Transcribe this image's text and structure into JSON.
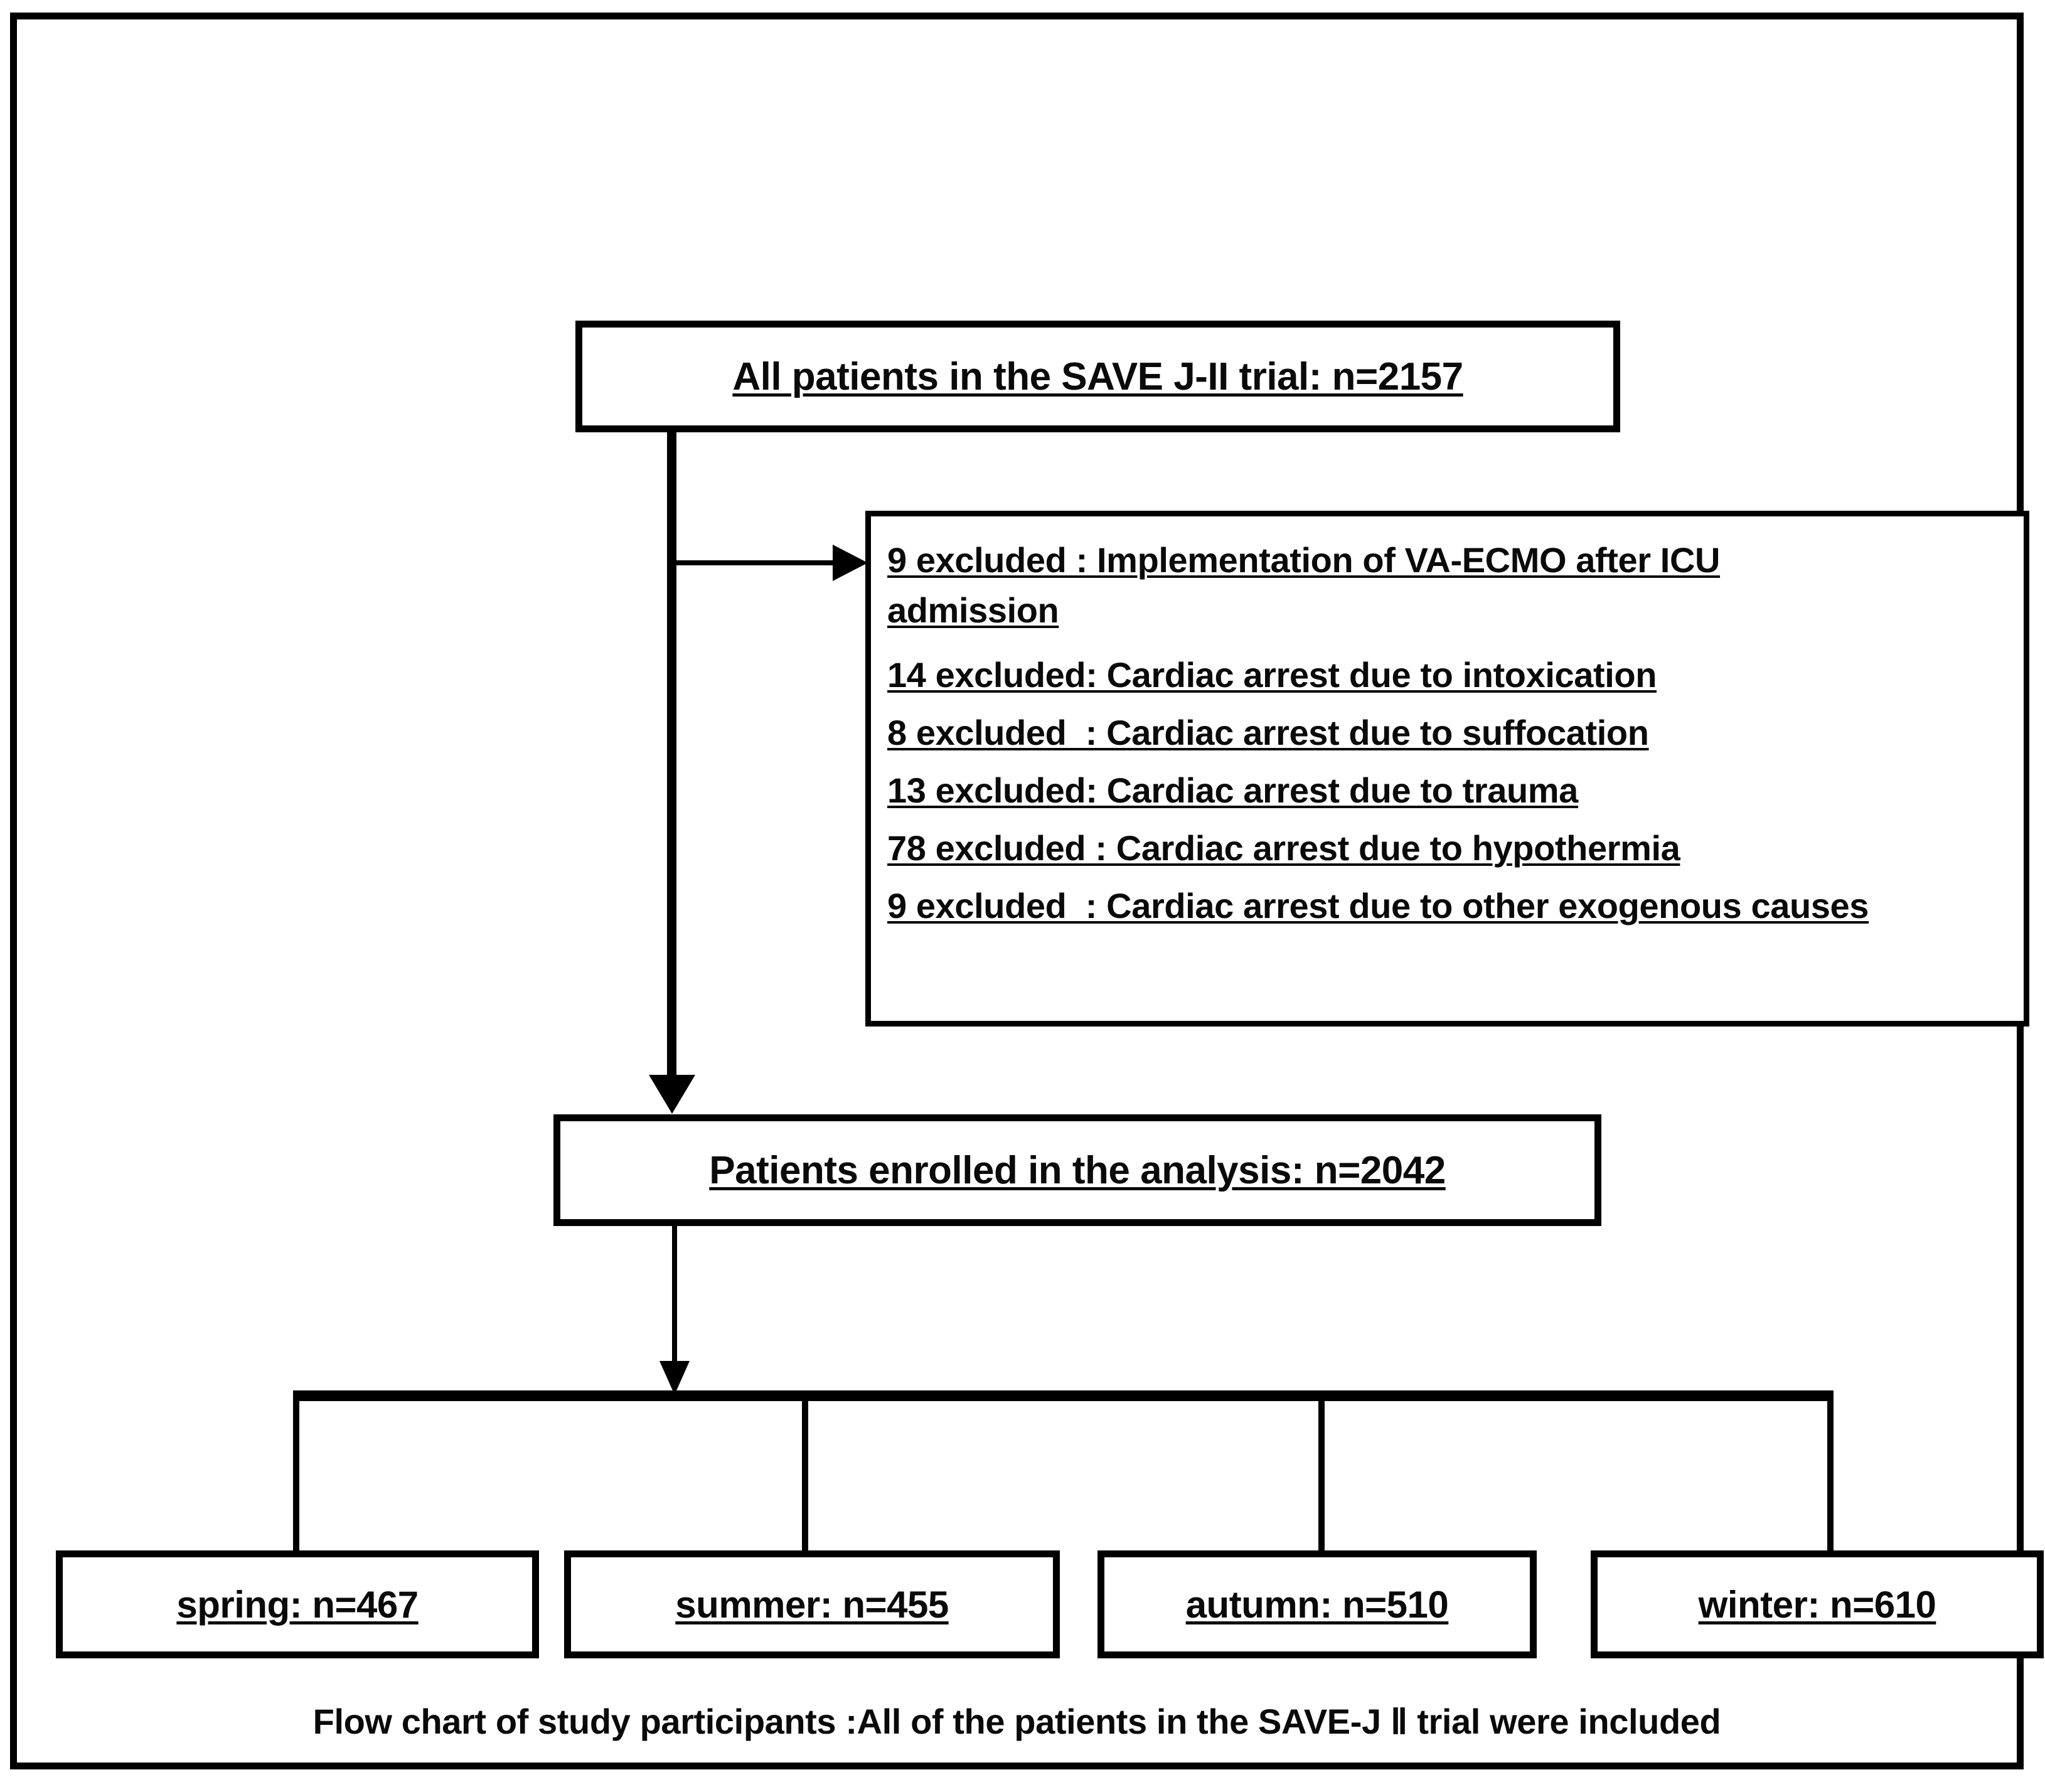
{
  "flowchart": {
    "top_box": {
      "label": "All patients in the SAVE J-II trial: n=2157"
    },
    "exclusions_box": {
      "lines": [
        "9 excluded  : Implementation of VA-ECMO after ICU admission",
        "14 excluded: Cardiac arrest due to intoxication",
        "8 excluded  : Cardiac arrest due to suffocation",
        "13 excluded: Cardiac arrest due to trauma",
        "78 excluded : Cardiac arrest due to hypothermia",
        "9 excluded  : Cardiac arrest due to other exogenous causes"
      ]
    },
    "enrolled_box": {
      "label": "Patients enrolled in the analysis: n=2042"
    },
    "season_boxes": [
      {
        "label": "spring: n=467"
      },
      {
        "label": "summer: n=455"
      },
      {
        "label": "autumn:  n=510"
      },
      {
        "label": "winter: n=610"
      }
    ],
    "caption": "Flow chart of study participants :All of the patients in the SAVE-J Ⅱ trial were included",
    "colors": {
      "line": "#000000",
      "text": "#0a0a0a",
      "background": "#ffffff"
    }
  }
}
